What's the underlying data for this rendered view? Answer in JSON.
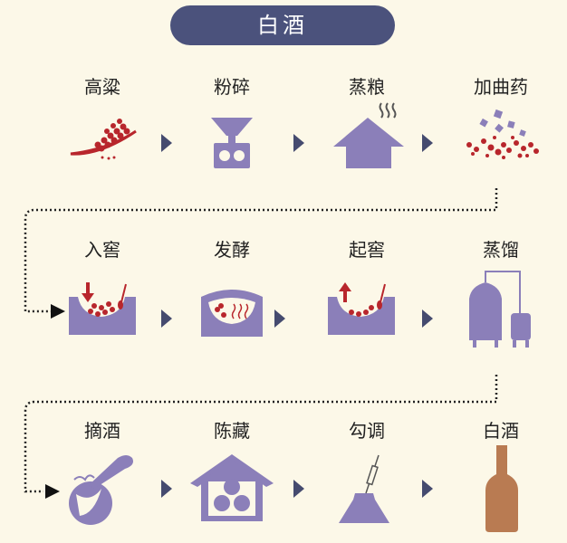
{
  "title": "白酒",
  "colors": {
    "background": "#fcf8e8",
    "title_bg": "#4b527c",
    "purple": "#8b7fb9",
    "red": "#b8262c",
    "bottle": "#b97b52",
    "arrow": "#454b6f"
  },
  "rows": [
    {
      "steps": [
        {
          "label": "高粱",
          "icon": "sorghum-icon"
        },
        {
          "label": "粉碎",
          "icon": "grinder-icon"
        },
        {
          "label": "蒸粮",
          "icon": "steaming-house-icon"
        },
        {
          "label": "加曲药",
          "icon": "yeast-mixing-icon"
        }
      ]
    },
    {
      "steps": [
        {
          "label": "入窖",
          "icon": "pit-in-icon"
        },
        {
          "label": "发酵",
          "icon": "fermentation-pit-icon"
        },
        {
          "label": "起窖",
          "icon": "pit-out-icon"
        },
        {
          "label": "蒸馏",
          "icon": "distiller-icon"
        }
      ]
    },
    {
      "steps": [
        {
          "label": "摘酒",
          "icon": "liquor-collecting-icon"
        },
        {
          "label": "陈藏",
          "icon": "storage-cellar-icon"
        },
        {
          "label": "勾调",
          "icon": "blending-icon"
        },
        {
          "label": "白酒",
          "icon": "bottle-icon"
        }
      ]
    }
  ]
}
